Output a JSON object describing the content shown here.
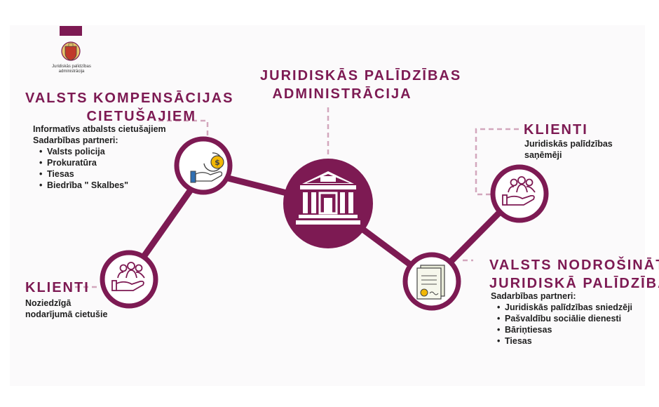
{
  "logo": {
    "caption_line1": "Juridiskās palīdzības",
    "caption_line2": "administrācija"
  },
  "center": {
    "title_line1": "JURIDISKĀS PALĪDZĪBAS",
    "title_line2": "ADMINISTRĀCIJA"
  },
  "compensation": {
    "title_line1": "VALSTS KOMPENSĀCIJAS",
    "title_line2": "CIETUŠAJIEM",
    "info": "Informatīvs atbalsts cietušajiem",
    "partners_label": "Sadarbības partneri:",
    "partners": [
      "Valsts policija",
      "Prokuratūra",
      "Tiesas",
      "Biedrība \" Skalbes\""
    ]
  },
  "clients_left": {
    "title": "KLIENTI",
    "line1": "Noziedzīgā",
    "line2": "nodarījumā cietušie"
  },
  "clients_right": {
    "title": "KLIENTI",
    "line1": "Juridiskās palīdzības",
    "line2": "saņēmēji"
  },
  "state_legal_aid": {
    "title_line1": "VALSTS NODROŠINĀTĀ",
    "title_line2": "JURIDISKĀ PALĪDZĪBA",
    "partners_label": "Sadarbības partneri:",
    "partners": [
      "Juridiskās palīdzības sniedzēji",
      "Pašvaldību sociālie dienesti",
      "Bāriņtiesas",
      "Tiesas"
    ]
  },
  "colors": {
    "brand": "#7d1a53",
    "dashed": "#d3a7bd",
    "coin": "#f2b705",
    "hand": "#2f6fb3"
  },
  "icons": [
    "coat-of-arms-icon",
    "courthouse-icon",
    "money-hand-icon",
    "people-hand-icon",
    "certificate-icon"
  ]
}
